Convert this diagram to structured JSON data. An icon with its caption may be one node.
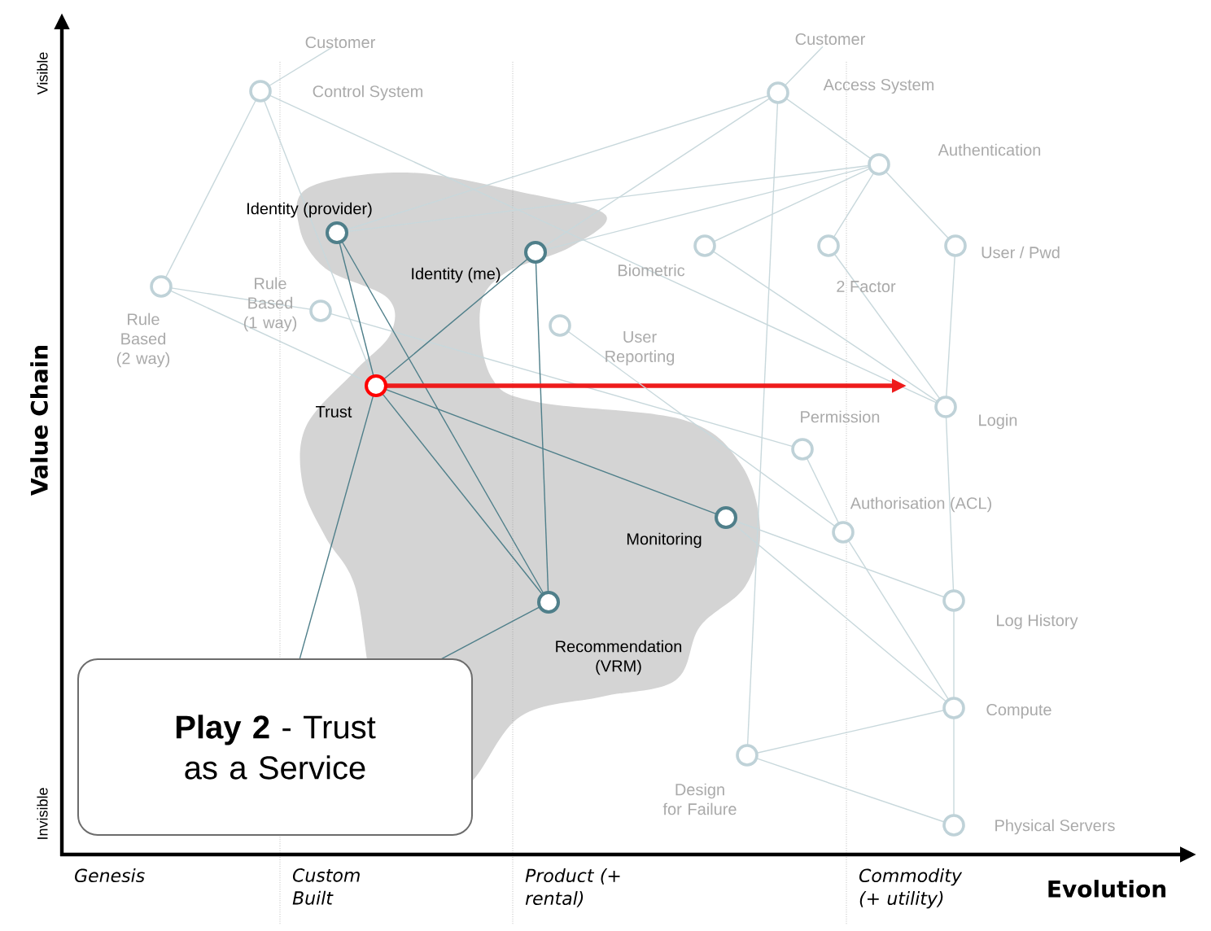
{
  "diagram": {
    "nodes": [
      {
        "text": [
          "Customer"
        ]
      },
      {
        "text": [
          "Control System"
        ]
      },
      {
        "text": [
          "Customer"
        ]
      },
      {
        "text": [
          "Access System"
        ]
      },
      {
        "text": [
          "Authentication"
        ]
      },
      {
        "text": [
          "Identity (provider)"
        ]
      },
      {
        "text": [
          "Identity (me)"
        ]
      },
      {
        "text": [
          "Biometric"
        ]
      },
      {
        "text": [
          "2 Factor"
        ]
      },
      {
        "text": [
          "User / Pwd"
        ]
      },
      {
        "text": [
          "Rule Based (2 way)"
        ]
      },
      {
        "text": [
          "Rule Based (1 way)"
        ]
      },
      {
        "text": [
          "User Reporting"
        ]
      },
      {
        "text": [
          "Trust"
        ]
      },
      {
        "text": [
          "Permission"
        ]
      },
      {
        "text": [
          "Login"
        ]
      },
      {
        "text": [
          "Monitoring"
        ]
      },
      {
        "text": [
          "Authorisation (ACL)"
        ]
      },
      {
        "text": [
          "Recommendation (VRM)"
        ]
      },
      {
        "text": [
          "Log History"
        ]
      },
      {
        "text": [
          "Compute"
        ]
      },
      {
        "text": [
          "Design for Failure"
        ]
      },
      {
        "text": [
          "Physical Servers"
        ]
      },
      {
        "text": [
          "**Play 2** - Trust as a Service"
        ]
      }
    ],
    "edges": [
      {
        "from": 0,
        "to": 1,
        "arrow": "none"
      },
      {
        "from": 1,
        "to": 10,
        "arrow": "none"
      },
      {
        "from": 1,
        "to": 13,
        "arrow": "none"
      },
      {
        "from": 1,
        "to": 15,
        "arrow": "none"
      },
      {
        "from": 2,
        "to": 3,
        "arrow": "none"
      },
      {
        "from": 3,
        "to": 5,
        "arrow": "none"
      },
      {
        "from": 3,
        "to": 6,
        "arrow": "none"
      },
      {
        "from": 3,
        "to": 4,
        "arrow": "none"
      },
      {
        "from": 3,
        "to": 21,
        "arrow": "none"
      },
      {
        "from": 4,
        "to": 5,
        "arrow": "none"
      },
      {
        "from": 4,
        "to": 6,
        "arrow": "none"
      },
      {
        "from": 4,
        "to": 7,
        "arrow": "none"
      },
      {
        "from": 4,
        "to": 8,
        "arrow": "none"
      },
      {
        "from": 4,
        "to": 9,
        "arrow": "none"
      },
      {
        "from": 7,
        "to": 15,
        "arrow": "none"
      },
      {
        "from": 8,
        "to": 15,
        "arrow": "none"
      },
      {
        "from": 9,
        "to": 15,
        "arrow": "none"
      },
      {
        "from": 15,
        "to": 19,
        "arrow": "none"
      },
      {
        "from": 19,
        "to": 20,
        "arrow": "none"
      },
      {
        "from": 20,
        "to": 22,
        "arrow": "none"
      },
      {
        "from": 10,
        "to": 11,
        "arrow": "none"
      },
      {
        "from": 10,
        "to": 13,
        "arrow": "none"
      },
      {
        "from": 11,
        "to": 14,
        "arrow": "none"
      },
      {
        "from": 13,
        "to": 5,
        "arrow": "none",
        "color": "#4f7f8a"
      },
      {
        "from": 13,
        "to": 6,
        "arrow": "none",
        "color": "#4f7f8a"
      },
      {
        "from": 13,
        "to": 18,
        "arrow": "none",
        "color": "#4f7f8a"
      },
      {
        "from": 5,
        "to": 18,
        "arrow": "none",
        "color": "#4f7f8a"
      },
      {
        "from": 6,
        "to": 18,
        "arrow": "none",
        "color": "#4f7f8a"
      },
      {
        "from": 13,
        "to": 16,
        "arrow": "none",
        "color": "#4f7f8a"
      },
      {
        "from": 13,
        "to": 23,
        "arrow": "none",
        "color": "#4f7f8a"
      },
      {
        "from": 18,
        "to": 23,
        "arrow": "none",
        "color": "#4f7f8a"
      },
      {
        "from": 13,
        "to": null,
        "arrow": "to",
        "style": "thick",
        "color": "#ee1c1c"
      },
      {
        "from": 12,
        "to": 17,
        "arrow": "none"
      },
      {
        "from": 14,
        "to": 17,
        "arrow": "none"
      },
      {
        "from": 16,
        "to": 19,
        "arrow": "none"
      },
      {
        "from": 16,
        "to": 20,
        "arrow": "none"
      },
      {
        "from": 17,
        "to": 20,
        "arrow": "none"
      },
      {
        "from": 21,
        "to": 20,
        "arrow": "none"
      },
      {
        "from": 21,
        "to": 22,
        "arrow": "none"
      }
    ],
    "labels": [
      "Visible",
      "Invisible",
      "Value Chain",
      "Evolution",
      "Genesis",
      "Custom Built",
      "Product (+ rental)",
      "Commodity (+ utility)"
    ]
  }
}
